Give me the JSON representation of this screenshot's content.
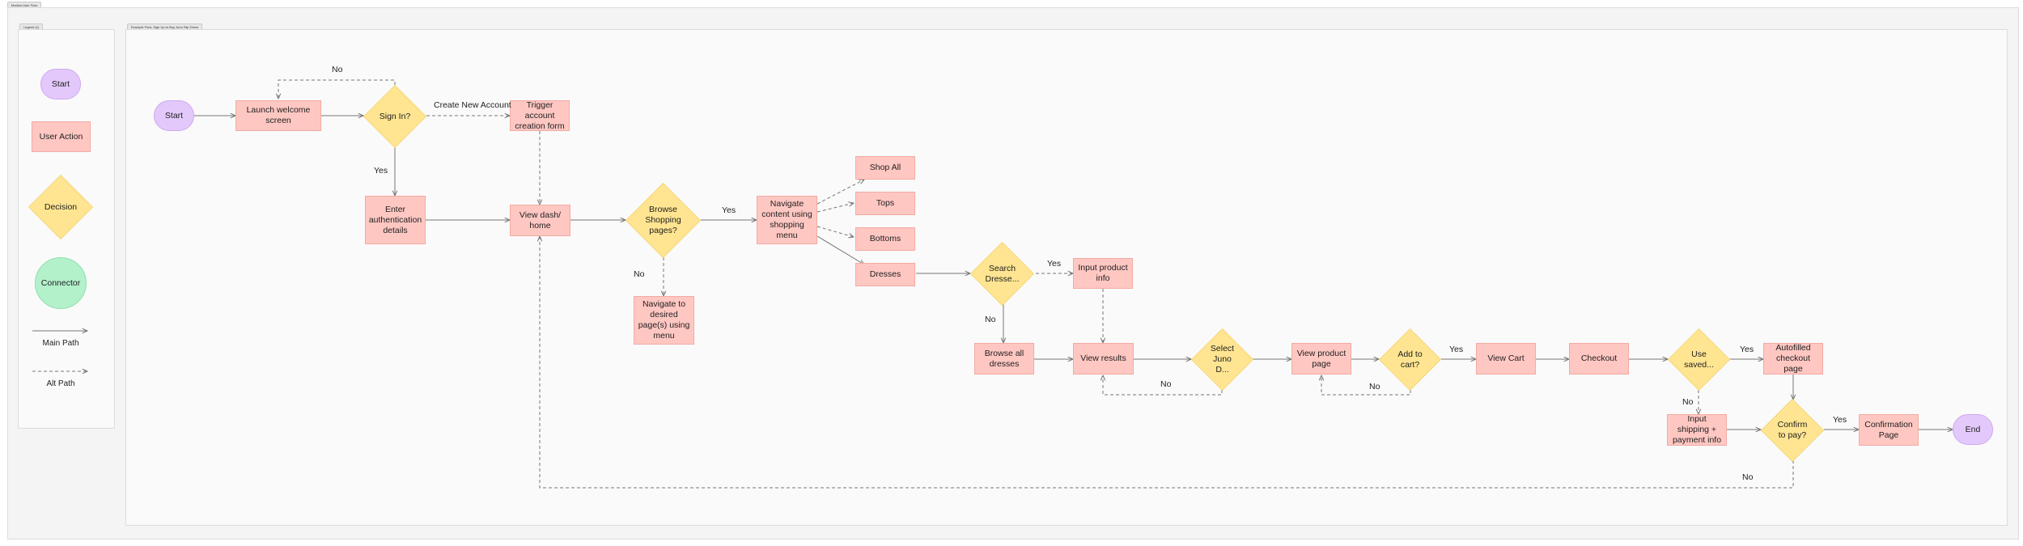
{
  "frames": {
    "outer_title": "Modiva User Flow",
    "legend_title": "Legend (1)",
    "flow_title": "Example Flow: Sign Up to Buy Juno Slip Dress"
  },
  "legend": {
    "start": "Start",
    "user_action": "User Action",
    "decision": "Decision",
    "connector": "Connector",
    "main_path": "Main Path",
    "alt_path": "Alt Path"
  },
  "nodes": {
    "start": "Start",
    "launch": "Launch welcome screen",
    "sign_in": "Sign In?",
    "trigger_account": "Trigger account creation form",
    "enter_auth": "Enter authentication details",
    "view_dash": "View dash/ home",
    "browse_shopping": "Browse Shopping pages?",
    "navigate_content": "Navigate content using shopping menu",
    "navigate_desired": "Navigate to desired page(s) using menu",
    "shop_all": "Shop All",
    "tops": "Tops",
    "bottoms": "Bottoms",
    "dresses": "Dresses",
    "search_dresses": "Search Dresse...",
    "input_product": "Input product info",
    "browse_all_dresses": "Browse all dresses",
    "view_results": "View results",
    "select_juno": "Select Juno D...",
    "view_product": "View product page",
    "add_to_cart": "Add to cart?",
    "view_cart": "View Cart",
    "checkout": "Checkout",
    "use_saved": "Use saved...",
    "autofilled": "Autofilled checkout page",
    "input_shipping": "Input shipping + payment info",
    "confirm_pay": "Confirm to pay?",
    "confirmation": "Confirmation Page",
    "end": "End"
  },
  "edge_labels": {
    "no_sign_in": "No",
    "create_account": "Create New Account",
    "yes_sign_in": "Yes",
    "yes_browse": "Yes",
    "no_browse": "No",
    "yes_search": "Yes",
    "no_search": "No",
    "no_select": "No",
    "no_cart": "No",
    "yes_cart": "Yes",
    "yes_saved": "Yes",
    "no_saved": "No",
    "yes_confirm": "Yes",
    "no_confirm": "No"
  },
  "colors": {
    "user_action": "#ffc7c2",
    "decision": "#ffe591",
    "start_end": "#e3c9fb",
    "connector": "#b3f1cb",
    "line": "#757575"
  }
}
